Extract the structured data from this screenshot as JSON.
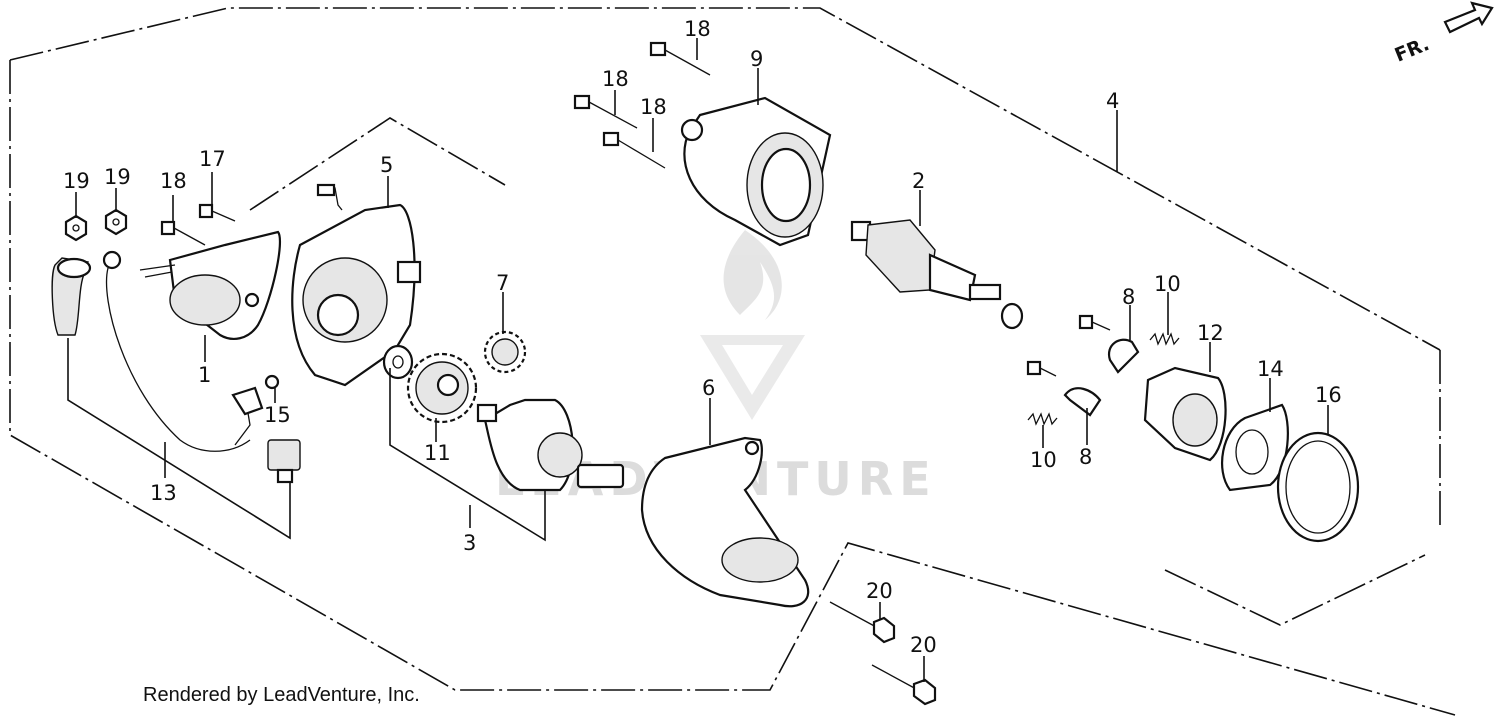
{
  "diagram": {
    "orientation_label": "FR.",
    "watermark_text": "LEADVENTURE",
    "credit": "Rendered by LeadVenture, Inc.",
    "callouts": [
      "1",
      "2",
      "3",
      "4",
      "5",
      "6",
      "7",
      "8",
      "8",
      "9",
      "10",
      "10",
      "11",
      "12",
      "13",
      "14",
      "15",
      "16",
      "17",
      "18",
      "18",
      "18",
      "18",
      "19",
      "19",
      "20",
      "20"
    ]
  }
}
